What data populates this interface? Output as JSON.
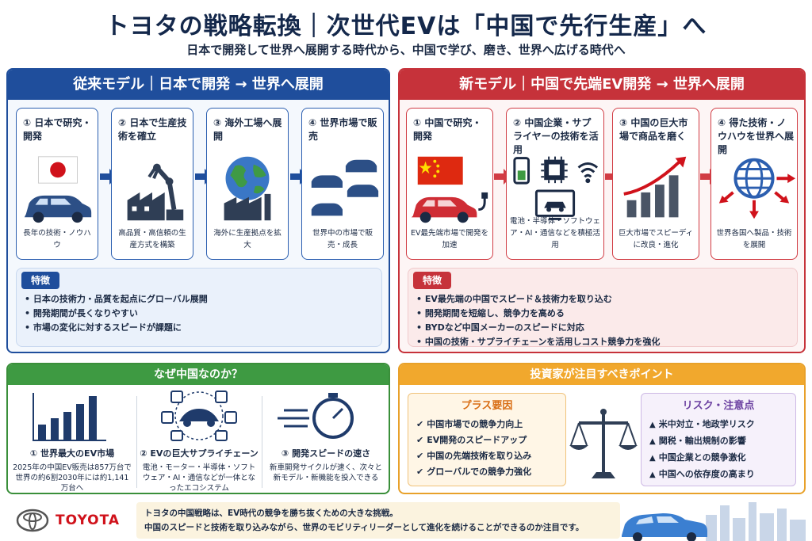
{
  "header": {
    "title": "トヨタの戦略転換｜次世代EVは「中国で先行生産」へ",
    "subtitle": "日本で開発して世界へ展開する時代から、中国で学び、磨き、世界へ広げる時代へ"
  },
  "old_model": {
    "heading": "従来モデル｜日本で開発 → 世界へ展開",
    "steps": [
      {
        "title": "① 日本で研究・開発",
        "note": "長年の技術・ノウハウ",
        "icon": "japan-flag-car-icon"
      },
      {
        "title": "② 日本で生産技術を確立",
        "note": "高品質・高信頼の生産方式を構築",
        "icon": "robot-arm-factory-icon"
      },
      {
        "title": "③ 海外工場へ展開",
        "note": "海外に生産拠点を拡大",
        "icon": "globe-factory-icon"
      },
      {
        "title": "④ 世界市場で販売",
        "note": "世界中の市場で販売・成長",
        "icon": "cars-icon"
      }
    ],
    "features_tag": "特徴",
    "features": [
      "日本の技術力・品質を起点にグローバル展開",
      "開発期間が長くなりやすい",
      "市場の変化に対するスピードが課題に"
    ]
  },
  "new_model": {
    "heading": "新モデル｜中国で先端EV開発 → 世界へ展開",
    "steps": [
      {
        "title": "① 中国で研究・開発",
        "note": "EV最先端市場で開発を加速",
        "icon": "china-flag-ev-icon"
      },
      {
        "title": "② 中国企業・サプライヤーの技術を活用",
        "note": "電池・半導体・ソフトウェア・AI・通信などを積極活用",
        "icon": "battery-chip-wifi-icon"
      },
      {
        "title": "③ 中国の巨大市場で商品を磨く",
        "note": "巨大市場でスピーディに改良・進化",
        "icon": "growth-chart-icon"
      },
      {
        "title": "④ 得た技術・ノウハウを世界へ展開",
        "note": "世界各国へ製品・技術を展開",
        "icon": "globe-arrows-icon"
      }
    ],
    "features_tag": "特徴",
    "features": [
      "EV最先端の中国でスピード＆技術力を取り込む",
      "開発期間を短縮し、競争力を高める",
      "BYDなど中国メーカーのスピードに対応",
      "中国の技術・サプライチェーンを活用しコスト競争力を強化"
    ]
  },
  "why_china": {
    "heading": "なぜ中国なのか？",
    "reasons": [
      {
        "title": "① 世界最大のEV市場",
        "body": "2025年の中国EV販売は857万台で世界の約6割2030年には約1,141万台へ"
      },
      {
        "title": "② EVの巨大サプライチェーン",
        "body": "電池・モーター・半導体・ソフトウェア・AI・通信などが一体となったエコシステム"
      },
      {
        "title": "③ 開発スピードの速さ",
        "body": "新車開発サイクルが速く、次々と新モデル・新機能を投入できる"
      }
    ]
  },
  "investor": {
    "heading": "投資家が注目すべきポイント",
    "plus_heading": "プラス要因",
    "plus": [
      "中国市場での競争力向上",
      "EV開発のスピードアップ",
      "中国の先端技術を取り込み",
      "グローバルでの競争力強化"
    ],
    "risk_heading": "リスク・注意点",
    "risks": [
      "米中対立・地政学リスク",
      "関税・輸出規制の影響",
      "中国企業との競争激化",
      "中国への依存度の高まり"
    ]
  },
  "footer": {
    "brand": "TOYOTA",
    "line1": "トヨタの中国戦略は、EV時代の競争を勝ち抜くための大きな挑戦。",
    "line2": "中国のスピードと技術を取り込みながら、世界のモビリティリーダーとして進化を続けることができるのか注目です。"
  },
  "colors": {
    "navy": "#14284b",
    "blue": "#1f4e9c",
    "red": "#c6323a",
    "green": "#3e9a42",
    "orange": "#f1a82d",
    "purple": "#6a3fa0"
  }
}
